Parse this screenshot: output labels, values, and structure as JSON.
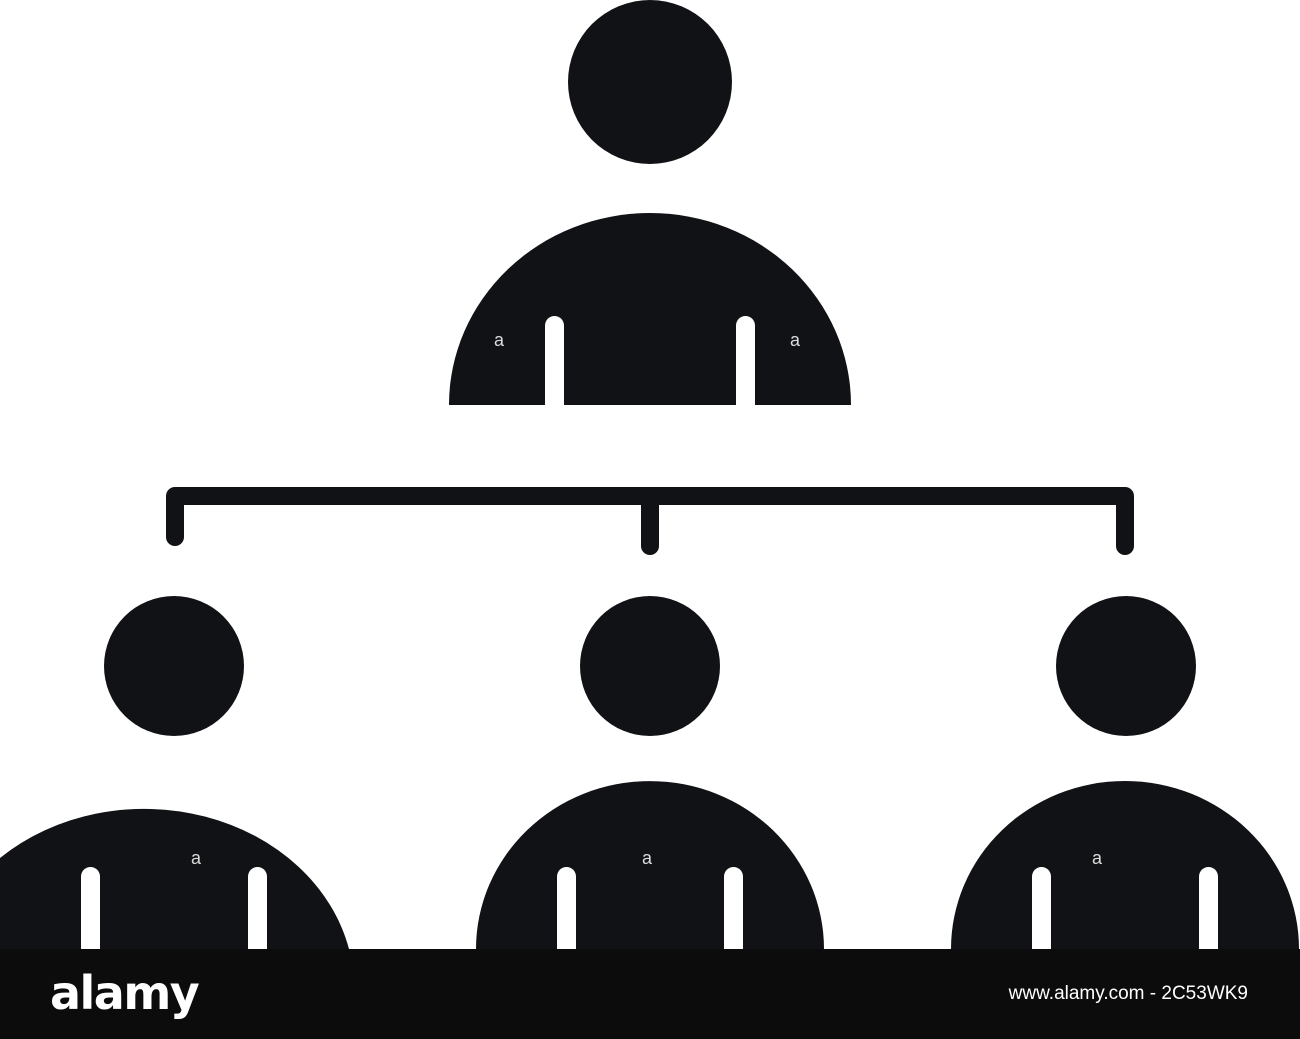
{
  "colors": {
    "background": "#ffffff",
    "figure": "#111215",
    "footer_background": "#0c0c0c",
    "footer_text": "#ffffff"
  },
  "illustration": {
    "subject": "org-chart-icon",
    "people": [
      "leader-person",
      "member-person-left",
      "member-person-center",
      "member-person-right"
    ]
  },
  "footer": {
    "brand": "alamy",
    "image_id": "www.alamy.com - 2C53WK9"
  }
}
